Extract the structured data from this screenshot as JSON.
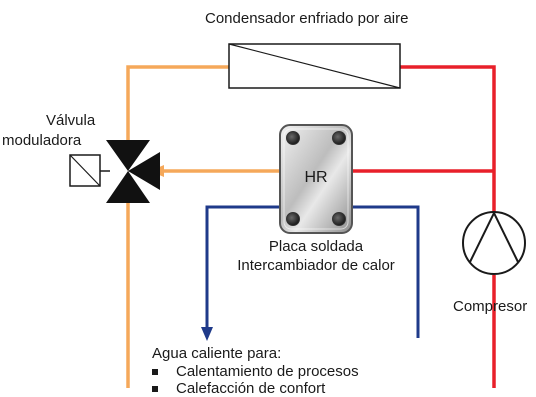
{
  "colors": {
    "hot_line": "#e8202a",
    "warm_line": "#f5a85a",
    "water_line": "#1f3a8a",
    "outline": "#1a1a1a",
    "plate_light": "#e6e6e6",
    "plate_dark": "#9a9a9a"
  },
  "labels": {
    "condenser": "Condensador enfriado por aire",
    "valve_line1": "Válvula",
    "valve_line2": "moduladora",
    "hr": "HR",
    "plate_line1": "Placa soldada",
    "plate_line2": "Intercambiador de calor",
    "compressor": "Compresor",
    "water_title": "Agua caliente para:",
    "water_uses": [
      "Calentamiento de procesos",
      "Calefacción de confort"
    ]
  },
  "icons": {
    "valve": "three-way-valve-icon",
    "compressor": "compressor-icon",
    "heat_exchanger": "plate-heat-exchanger-icon",
    "condenser": "condenser-icon"
  }
}
